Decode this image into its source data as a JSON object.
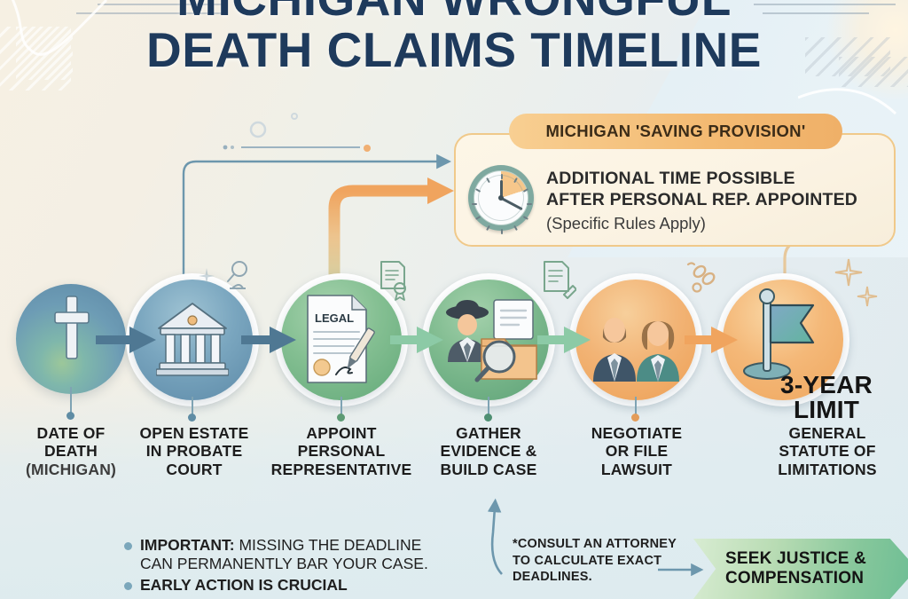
{
  "title": {
    "line1": "MICHIGAN WRONGFUL",
    "line2": "DEATH CLAIMS TIMELINE",
    "color": "#1e3a5c"
  },
  "callout": {
    "heading": "MICHIGAN 'SAVING PROVISION'",
    "line1": "ADDITIONAL TIME POSSIBLE",
    "line2": "AFTER PERSONAL REP. APPOINTED",
    "note": "(Specific Rules Apply)",
    "icon": "clock-icon",
    "header_color": "#f3ba72",
    "body_color": "#fbf3e3"
  },
  "timeline": {
    "steps": [
      {
        "id": "date-of-death",
        "icon": "grave-cross-icon",
        "label_line1": "DATE OF",
        "label_line2": "DEATH",
        "label_line3": "(MICHIGAN)",
        "circle_color": "#6d9cb5"
      },
      {
        "id": "open-estate",
        "icon": "courthouse-icon",
        "label_line1": "OPEN ESTATE",
        "label_line2": "IN PROBATE",
        "label_line3": "COURT",
        "circle_color": "#6f9fb8"
      },
      {
        "id": "appoint-personal-representative",
        "icon": "legal-document-pen-icon",
        "label_line1": "APPOINT",
        "label_line2": "PERSONAL",
        "label_line3": "REPRESENTATIVE",
        "circle_color": "#77b285"
      },
      {
        "id": "gather-evidence",
        "icon": "detective-folder-magnifier-icon",
        "label_line1": "GATHER",
        "label_line2": "EVIDENCE &",
        "label_line3": "BUILD CASE",
        "circle_color": "#77b285"
      },
      {
        "id": "negotiate-or-file",
        "icon": "two-people-icon",
        "label_line1": "NEGOTIATE",
        "label_line2": "OR FILE",
        "label_line3": "LAWSUIT",
        "circle_color": "#f0a964"
      },
      {
        "id": "three-year-limit",
        "icon": "flag-icon",
        "headline_line1": "3-YEAR",
        "headline_line2": "LIMIT",
        "label_line1": "GENERAL",
        "label_line2": "STATUTE OF",
        "label_line3": "LIMITATIONS",
        "circle_color": "#f3b06b"
      }
    ],
    "arrow_colors": {
      "blue": "#4f7893",
      "green": "#8ccaa6",
      "orange": "#f0a45e"
    }
  },
  "notes": {
    "items": [
      {
        "bold": "IMPORTANT:",
        "rest": " MISSING THE DEADLINE",
        "line2": "CAN PERMANENTLY BAR YOUR CASE."
      },
      {
        "bold": "EARLY ACTION IS CRUCIAL",
        "rest": "",
        "line2": ""
      }
    ]
  },
  "consult": {
    "line1": "*CONSULT AN ATTORNEY",
    "line2": "TO CALCULATE EXACT",
    "line3": "DEADLINES."
  },
  "banner": {
    "line1": "SEEK JUSTICE &",
    "line2": "COMPENSATION",
    "color": "#86c79b"
  }
}
